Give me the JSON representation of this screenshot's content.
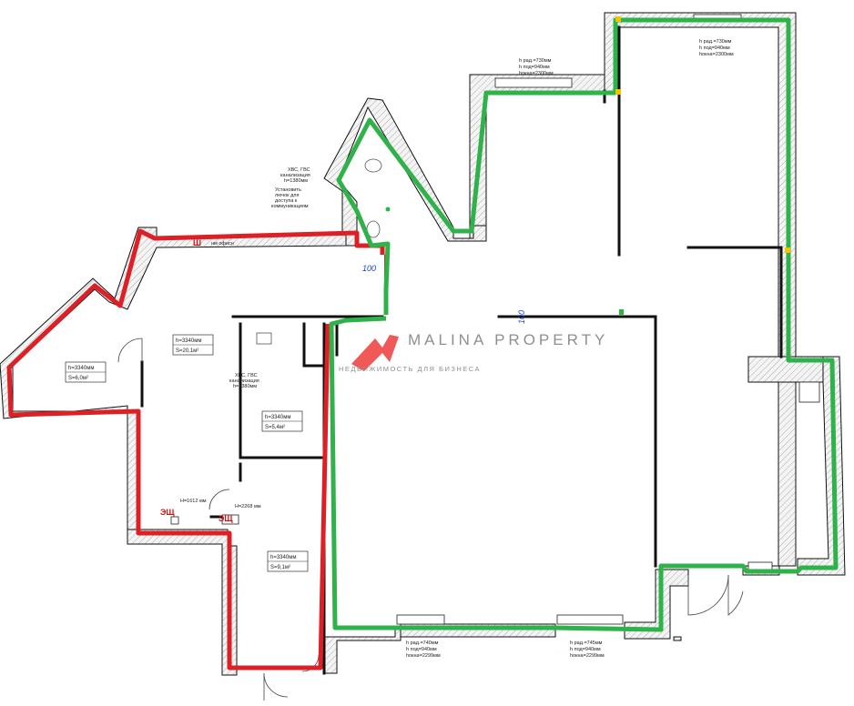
{
  "logo": {
    "name": "MALINA PROPERTY",
    "tagline": "НЕДВИЖИМОСТЬ ДЛЯ БИЗНЕСА"
  },
  "marks": {
    "ush_top": "Ш",
    "ush_top_caption": "нм офисн",
    "eshch_1": "ЭЩ",
    "eshch_2": "ЭЩ",
    "dim_100_a": "100",
    "dim_100_b": "100"
  },
  "notes": {
    "utilities_top": [
      "ХВС, ГВС",
      "канализация",
      "h=1380мм"
    ],
    "hatch_access": [
      "Установить",
      "лючок для",
      "доступа к",
      "коммуникациям"
    ],
    "utilities_mid": [
      "ХВС, ГВС",
      "канализация",
      "h=1380мм"
    ],
    "door_height_1": "H=1612 мм",
    "door_height_2": "H=2268 мм"
  },
  "rooms": [
    {
      "id": "room-left",
      "h": "h=3340мм",
      "s": "S=6,0м²"
    },
    {
      "id": "room-hall",
      "h": "h=3340мм",
      "s": "S=20,1м²"
    },
    {
      "id": "room-mid",
      "h": "h=3340мм",
      "s": "S=5,4м²"
    },
    {
      "id": "room-corridor",
      "h": "h=3340мм",
      "s": "S=9,1м²"
    }
  ],
  "radiators": [
    {
      "id": "rad-top-1",
      "lines": [
        "h рад.=730мм",
        "h под=940мм",
        "hокна=2300мм"
      ]
    },
    {
      "id": "rad-top-2",
      "lines": [
        "h рад.=730мм",
        "h под=940мм",
        "hокна=2300мм"
      ]
    },
    {
      "id": "rad-bottom-1",
      "lines": [
        "h рад.=740мм",
        "h под=940мм",
        "hокна=2299мм"
      ]
    },
    {
      "id": "rad-bottom-2",
      "lines": [
        "h рад.=745мм",
        "h под=940мм",
        "hокна=2299мм"
      ]
    }
  ],
  "colors": {
    "wall": "#111111",
    "red_zone": "#dd1f26",
    "green_zone": "#2fb24a",
    "label_red": "#d01010",
    "dim_blue": "#1a3fd6"
  }
}
